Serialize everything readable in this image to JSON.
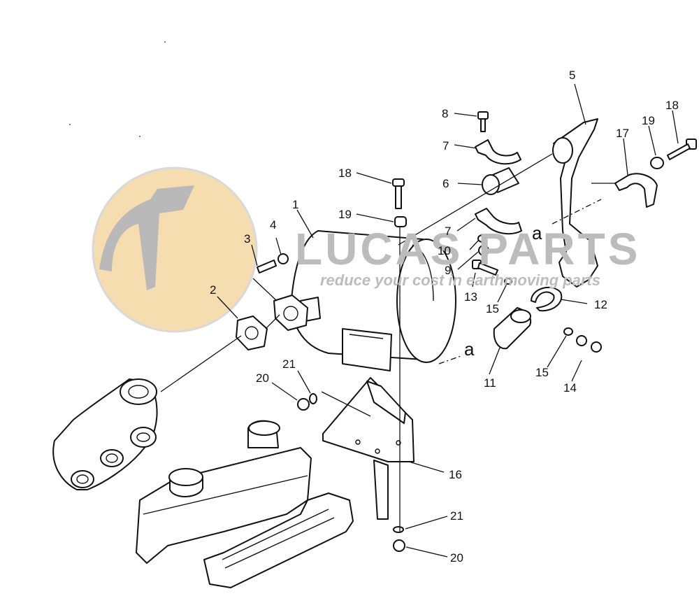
{
  "watermark": {
    "brand": "LUCAS PARTS",
    "tagline": "reduce your cost in earthmoving parts",
    "colors": {
      "circle": "#f5ddb0",
      "circle_stroke": "#d9d9d9",
      "glyph": "#b9b9b9",
      "text": "#bcbcbc"
    }
  },
  "callouts": [
    {
      "id": "c1",
      "label": "1"
    },
    {
      "id": "c2",
      "label": "2"
    },
    {
      "id": "c3",
      "label": "3"
    },
    {
      "id": "c4",
      "label": "4"
    },
    {
      "id": "c5",
      "label": "5"
    },
    {
      "id": "c6",
      "label": "6"
    },
    {
      "id": "c7a",
      "label": "7"
    },
    {
      "id": "c7b",
      "label": "7"
    },
    {
      "id": "c8",
      "label": "8"
    },
    {
      "id": "c9",
      "label": "9"
    },
    {
      "id": "c10",
      "label": "10"
    },
    {
      "id": "c11",
      "label": "11"
    },
    {
      "id": "c12",
      "label": "12"
    },
    {
      "id": "c13",
      "label": "13"
    },
    {
      "id": "c14",
      "label": "14"
    },
    {
      "id": "c15a",
      "label": "15"
    },
    {
      "id": "c15b",
      "label": "15"
    },
    {
      "id": "c16",
      "label": "16"
    },
    {
      "id": "c17",
      "label": "17"
    },
    {
      "id": "c18a",
      "label": "18"
    },
    {
      "id": "c18b",
      "label": "18"
    },
    {
      "id": "c19a",
      "label": "19"
    },
    {
      "id": "c19b",
      "label": "19"
    },
    {
      "id": "c20a",
      "label": "20"
    },
    {
      "id": "c20b",
      "label": "20"
    },
    {
      "id": "c21a",
      "label": "21"
    },
    {
      "id": "c21b",
      "label": "21"
    }
  ],
  "references": [
    {
      "id": "ra1",
      "label": "a"
    },
    {
      "id": "ra2",
      "label": "a"
    }
  ]
}
